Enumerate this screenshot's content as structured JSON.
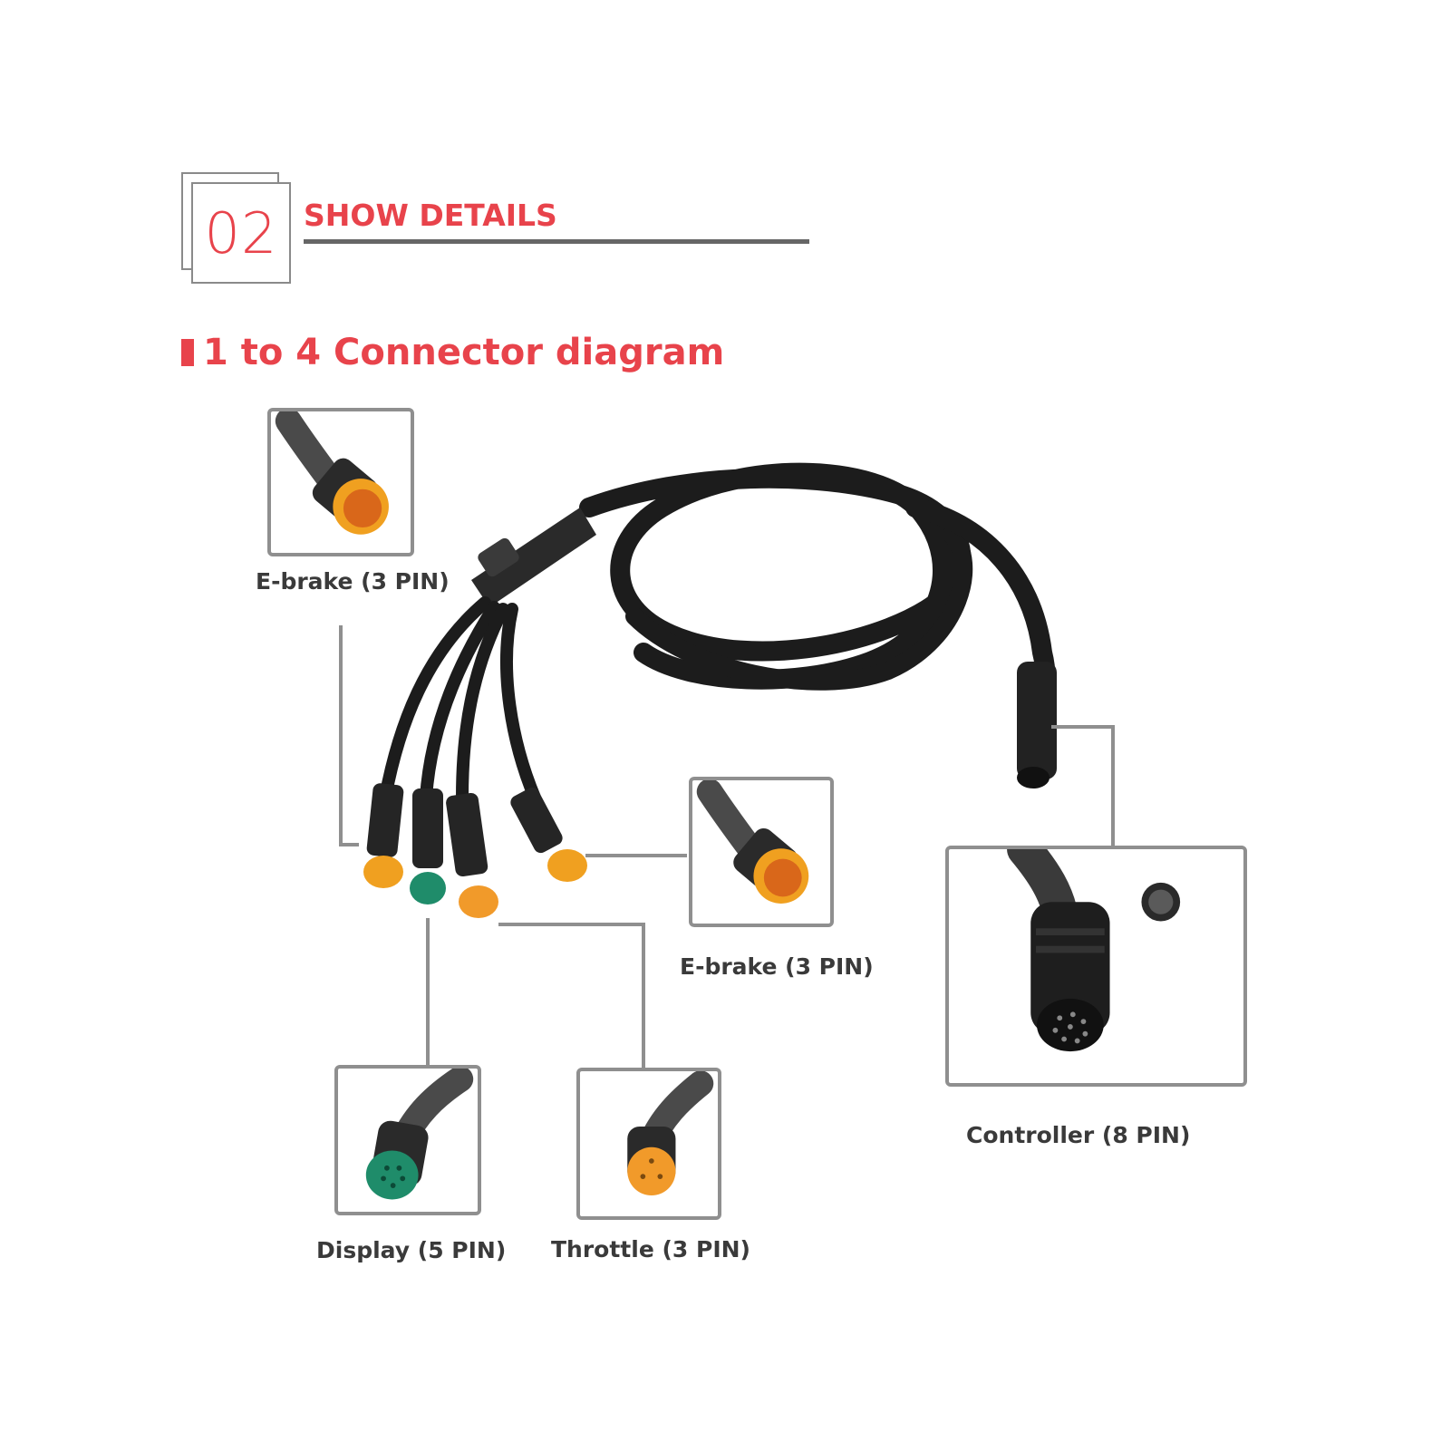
{
  "section": {
    "number": "02",
    "title": "SHOW DETAILS"
  },
  "diagram": {
    "title": "1 to 4 Connector diagram"
  },
  "callouts": [
    {
      "id": "ebrake-top",
      "label": "E-brake (3 PIN)",
      "connector_color": "#f0a020"
    },
    {
      "id": "ebrake-right",
      "label": "E-brake (3 PIN)",
      "connector_color": "#f0a020"
    },
    {
      "id": "display",
      "label": "Display (5 PIN)",
      "connector_color": "#1f8c6a"
    },
    {
      "id": "throttle",
      "label": "Throttle (3 PIN)",
      "connector_color": "#f19a2a"
    },
    {
      "id": "controller",
      "label": "Controller (8 PIN)",
      "connector_color": "#1a1a1a"
    }
  ],
  "colors": {
    "accent": "#e8434b",
    "cable": "#1c1c1c",
    "leader_line": "#8f8f8f",
    "label_text": "#3a3a3a"
  }
}
